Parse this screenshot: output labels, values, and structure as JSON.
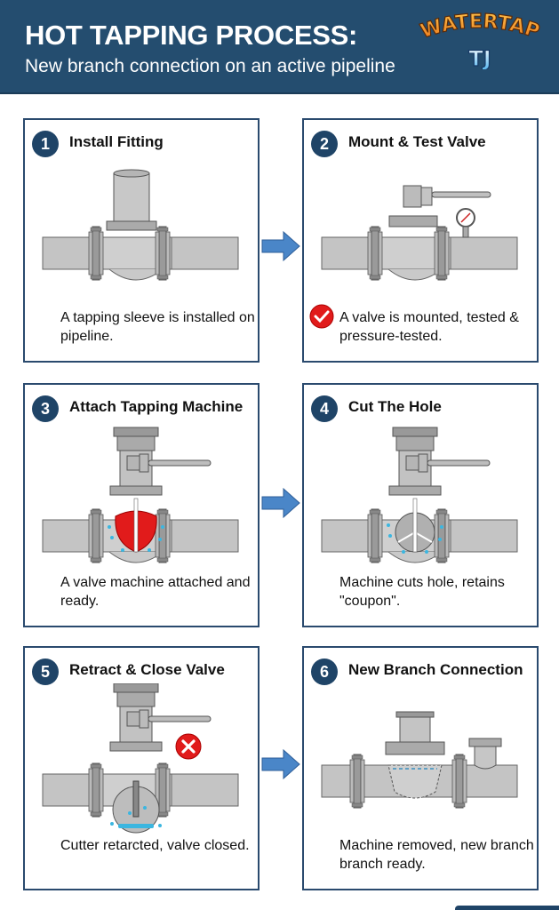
{
  "header": {
    "title": "HOT TAPPING PROCESS:",
    "subtitle": "New branch connection on an active pipeline",
    "logo": {
      "text": "WATERTAP",
      "mark": "TJ",
      "icon": "watertap-logo-icon"
    }
  },
  "colors": {
    "header_bg": "#244d6f",
    "badge_bg": "#1f4467",
    "panel_border": "#2a4a6e",
    "arrow": "#4a86c8",
    "pipe": "#c4c4c4",
    "danger": "#e11b1b",
    "water": "#3bb6e0",
    "logo_orange": "#f39a2a"
  },
  "steps": [
    {
      "number": "1",
      "title": "Install Fitting",
      "description": "A tapping sleeve is installed on pipeline.",
      "icon": "tapping-sleeve-illustration"
    },
    {
      "number": "2",
      "title": "Mount & Test Valve",
      "description": "A valve is mounted, tested & pressure-tested.",
      "icon": "valve-with-gauge-illustration",
      "status_icon": "check-icon"
    },
    {
      "number": "3",
      "title": "Attach Tapping Machine",
      "description": "A valve machine attached and ready.",
      "icon": "tapping-machine-illustration"
    },
    {
      "number": "4",
      "title": "Cut The Hole",
      "description": "Machine cuts hole, retains \"coupon\".",
      "icon": "cutting-hole-illustration"
    },
    {
      "number": "5",
      "title": "Retract & Close Valve",
      "description": "Cutter retarcted, valve closed.",
      "icon": "retract-cutter-illustration",
      "status_icon": "x-icon"
    },
    {
      "number": "6",
      "title": "New Branch Connection",
      "description": "Machine removed, new branch branch ready.",
      "icon": "new-branch-illustration"
    }
  ],
  "arrows": [
    "arrow-right-icon",
    "arrow-right-icon",
    "arrow-right-icon"
  ]
}
